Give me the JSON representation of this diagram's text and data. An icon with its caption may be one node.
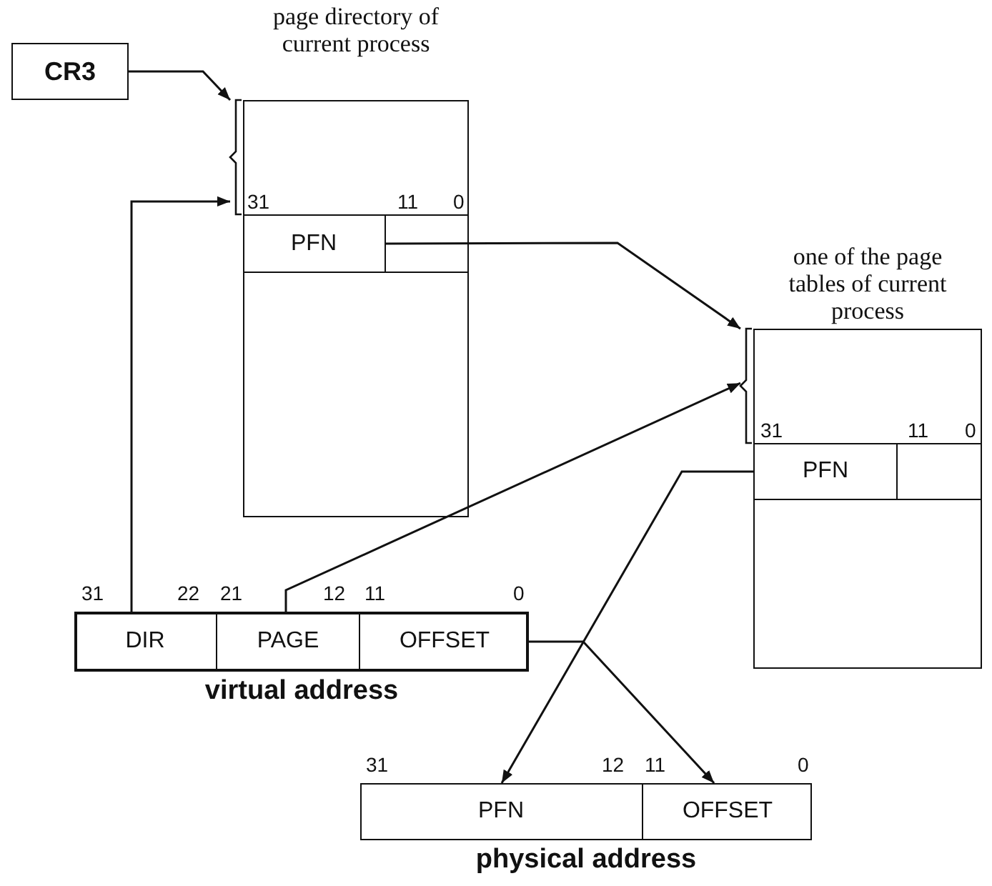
{
  "diagram": {
    "nodes": [
      {
        "text": [
          "CR3"
        ]
      },
      {
        "text": [
          "page directory of current process"
        ]
      },
      {
        "text": [
          "PFN"
        ],
        "in": 1
      },
      {
        "text": [
          "one of the page tables of current process"
        ]
      },
      {
        "text": [
          "PFN"
        ],
        "in": 3
      },
      {
        "text": [
          "virtual address"
        ]
      },
      {
        "text": [
          "DIR"
        ],
        "in": 5
      },
      {
        "text": [
          "PAGE"
        ],
        "in": 5
      },
      {
        "text": [
          "OFFSET"
        ],
        "in": 5
      },
      {
        "text": [
          "physical address"
        ]
      },
      {
        "text": [
          "PFN"
        ],
        "in": 9
      },
      {
        "text": [
          "OFFSET"
        ],
        "in": 9
      }
    ],
    "edges": [
      {
        "from": 0,
        "to": 1,
        "arrow": "to"
      },
      {
        "from": 6,
        "to": 1,
        "arrow": "to"
      },
      {
        "from": 2,
        "to": 3,
        "arrow": "to"
      },
      {
        "from": 7,
        "to": 3,
        "arrow": "to"
      },
      {
        "from": 4,
        "to": 10,
        "arrow": "to"
      },
      {
        "from": 8,
        "to": 11,
        "arrow": "to"
      }
    ],
    "labels": [
      "31",
      "11",
      "0",
      "31",
      "11",
      "0",
      "31",
      "22",
      "21",
      "12",
      "11",
      "0",
      "31",
      "12",
      "11",
      "0"
    ]
  }
}
